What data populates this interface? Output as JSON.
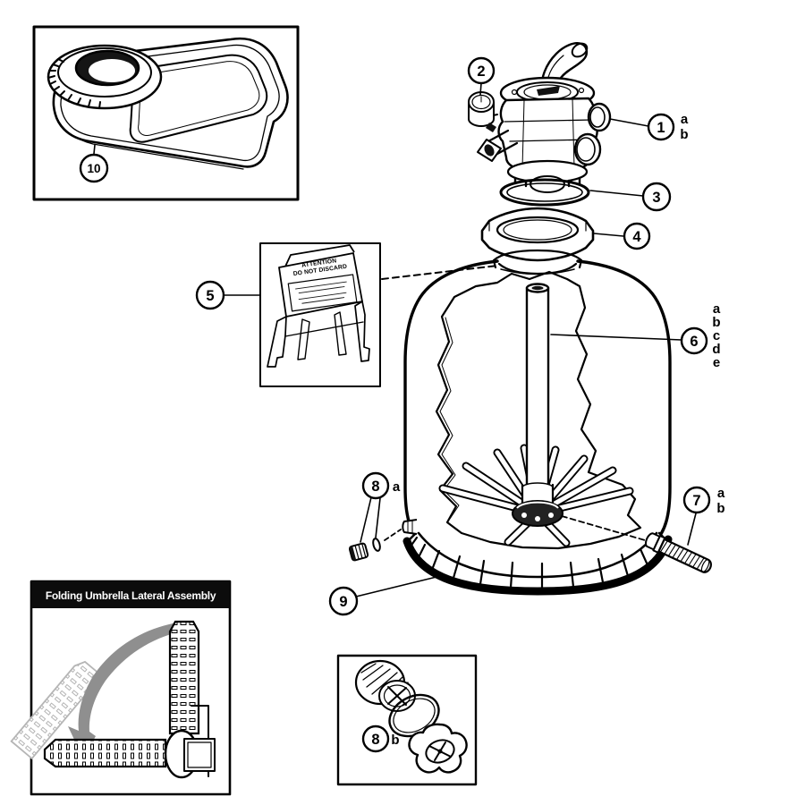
{
  "figure": {
    "description": "Exploded parts diagram of a sand filter assembly",
    "background": "#ffffff",
    "line_color": "#000000",
    "arrow_color": "#8f8f8f"
  },
  "callouts": {
    "c1": {
      "number": "1",
      "letters": [
        "a",
        "b"
      ]
    },
    "c2": {
      "number": "2",
      "letters": []
    },
    "c3": {
      "number": "3",
      "letters": []
    },
    "c4": {
      "number": "4",
      "letters": []
    },
    "c5": {
      "number": "5",
      "letters": []
    },
    "c6": {
      "number": "6",
      "letters": [
        "a",
        "b",
        "c",
        "d",
        "e"
      ]
    },
    "c7": {
      "number": "7",
      "letters": [
        "a",
        "b"
      ]
    },
    "c8a": {
      "number": "8",
      "letters": [
        "a"
      ]
    },
    "c8b": {
      "number": "8",
      "letters": [
        "b"
      ]
    },
    "c9": {
      "number": "9",
      "letters": []
    },
    "c10": {
      "number": "10",
      "letters": []
    }
  },
  "warning_sign": {
    "line1": "ATTENTION",
    "line2": "DO NOT DISCARD"
  },
  "inset_lateral": {
    "title": "Folding Umbrella Lateral Assembly"
  }
}
